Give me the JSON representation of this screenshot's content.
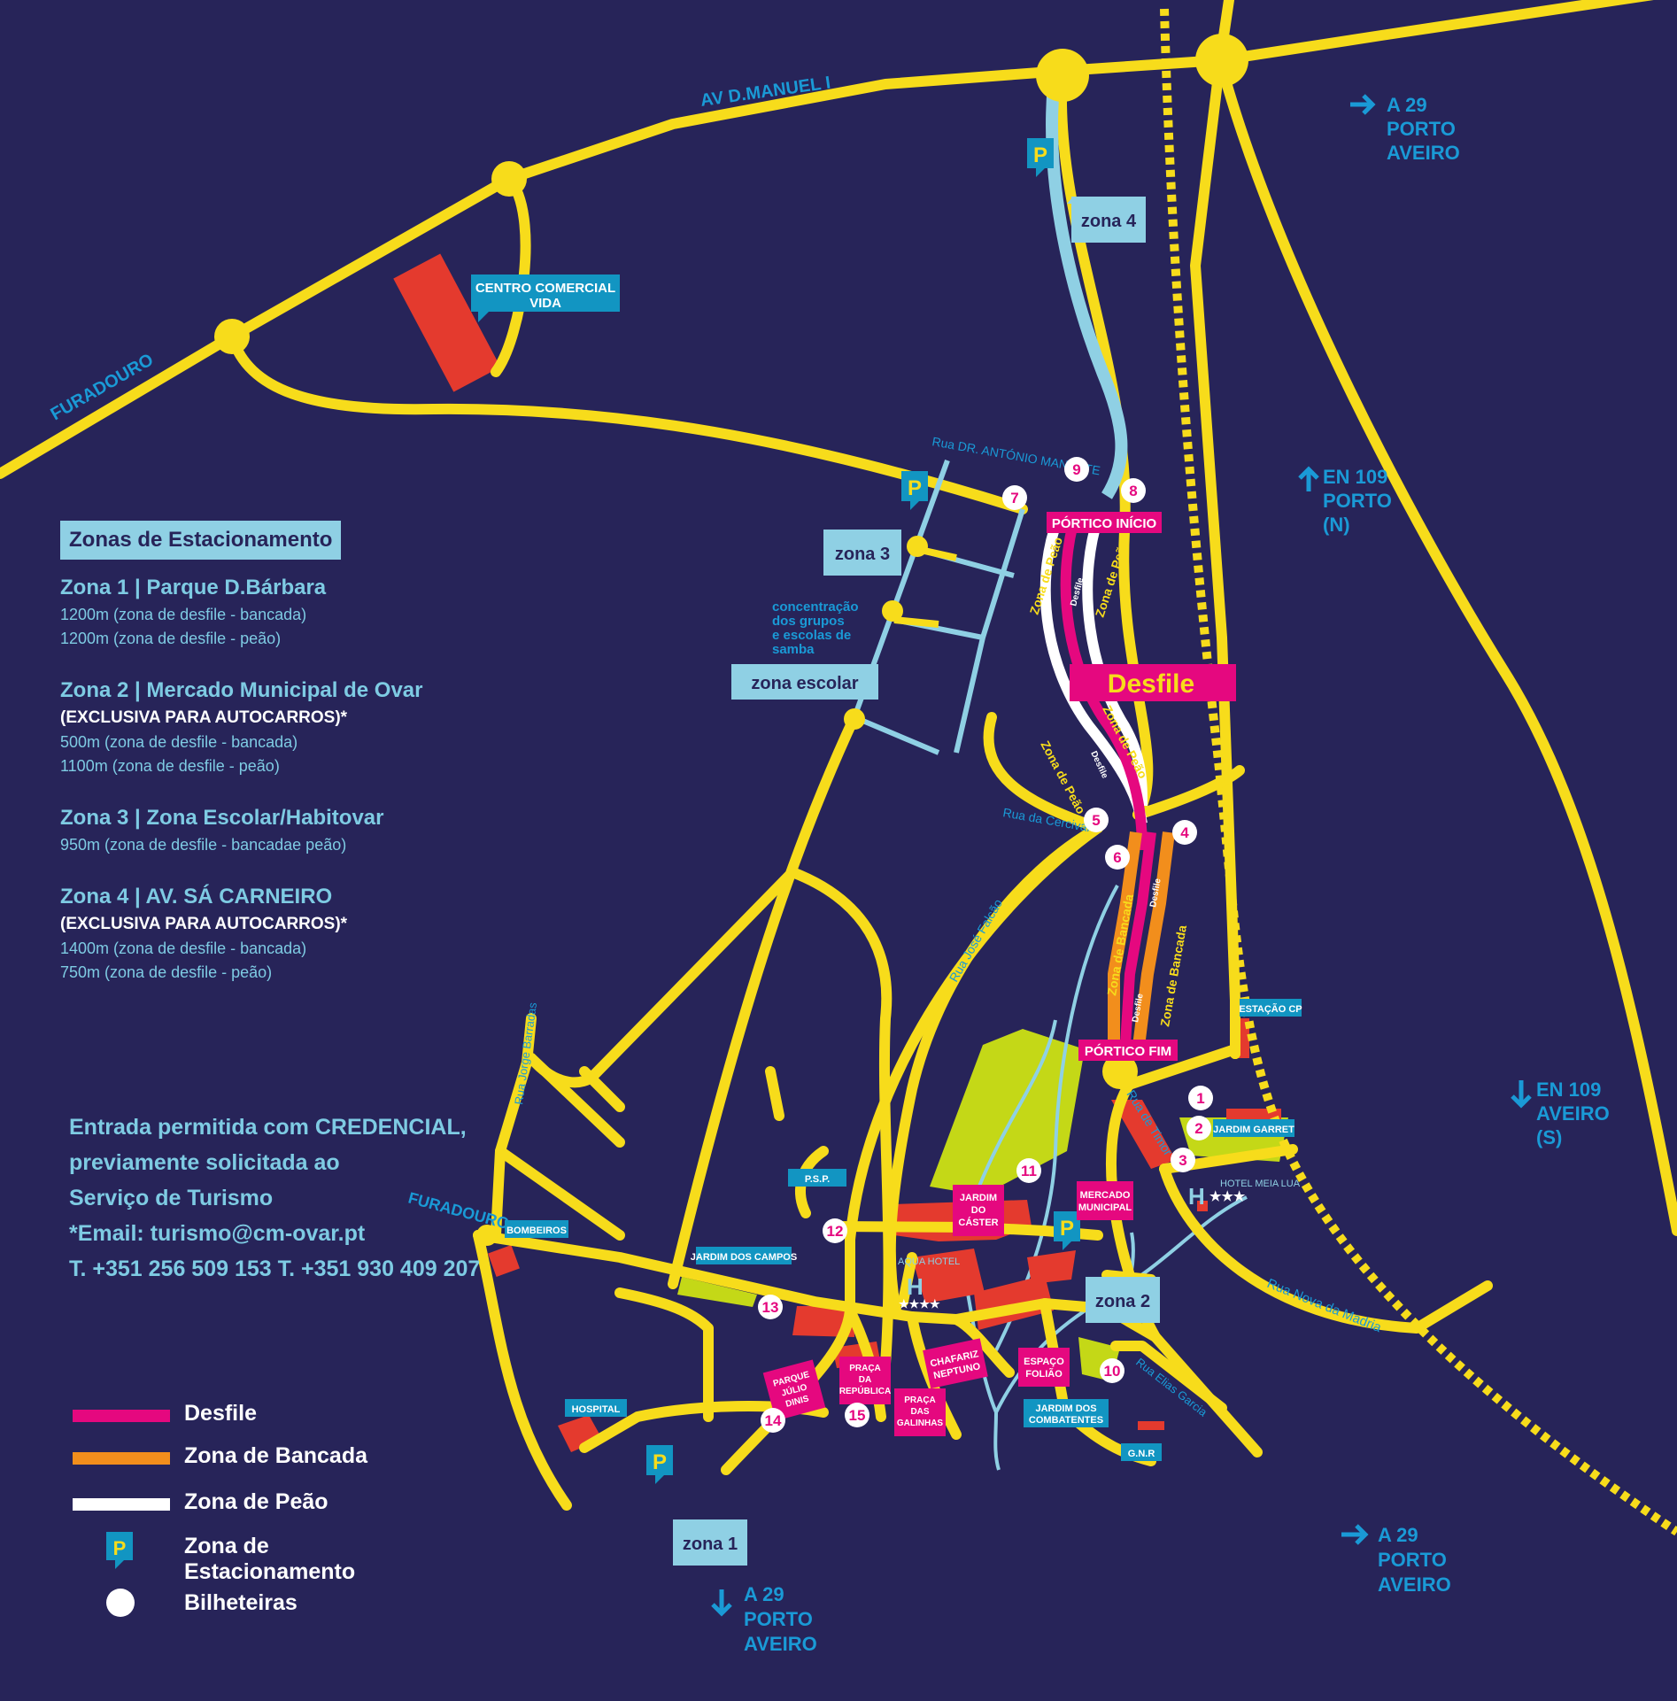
{
  "colors": {
    "background": "#272459",
    "road": "#f7dc1b",
    "desfile": "#e5087f",
    "bancada": "#f28e1c",
    "peao": "#ffffff",
    "zone_box": "#8fd0e4",
    "label_box": "#1295c2",
    "building": "#e43a2e",
    "park": "#c4d817",
    "river": "#8fd0e4",
    "text_blue": "#1a9ad6"
  },
  "roads": {
    "av_manuel": "AV D.MANUEL I",
    "furadouro_top": "FURADOURO",
    "furadouro_mid": "FURADOURO",
    "rua_manarte": "Rua  DR. ANTÓNIO MANARTE",
    "rua_cercivar": "Rua  da Cercivar",
    "rua_falcao": "Rua José Falcão",
    "rua_barradas": "Rua Jorge Barradas",
    "rua_timor": "Rua de Timor",
    "rua_madria": "Rua  Nova da Madria",
    "rua_garcia": "Rua Elias Garcia"
  },
  "directions": {
    "a29_ne": [
      "A 29",
      "PORTO",
      "AVEIRO"
    ],
    "en109_n": [
      "EN 109",
      "PORTO",
      "(N)"
    ],
    "en109_s": [
      "EN 109",
      "AVEIRO",
      "(S)"
    ],
    "a29_se": [
      "A 29",
      "PORTO",
      "AVEIRO"
    ],
    "a29_s": [
      "A 29",
      "PORTO",
      "AVEIRO"
    ]
  },
  "zones": {
    "zona1": "zona 1",
    "zona2": "zona 2",
    "zona3": "zona 3",
    "zona4": "zona 4",
    "zona_escolar": "zona escolar"
  },
  "parking_symbol": "P",
  "places": {
    "centro_comercial": [
      "CENTRO COMERCIAL",
      "VIDA"
    ],
    "concentracao": [
      "concentração",
      "dos grupos",
      "e escolas de",
      "samba"
    ],
    "portico_inicio": "PÓRTICO INÍCIO",
    "portico_fim": "PÓRTICO FIM",
    "desfile_big": "Desfile",
    "estacao": "ESTAÇÃO CP",
    "jardim_garret": "JARDIM GARRET",
    "hotel_meia_lua": "HOTEL MEIA LUA",
    "psp": "P.S.P.",
    "bombeiros": "BOMBEIROS",
    "jardim_campos": "JARDIM DOS CAMPOS",
    "aqua_hotel": "AQUA HOTEL",
    "hospital": "HOSPITAL",
    "jardim_combatentes": [
      "JARDIM DOS",
      "COMBATENTES"
    ],
    "gnr": "G.N.R",
    "jardim_caster": [
      "JARDIM",
      "DO",
      "CÁSTER"
    ],
    "mercado": [
      "MERCADO",
      "MUNICIPAL"
    ],
    "chafariz": [
      "CHAFARIZ",
      "NEPTUNO"
    ],
    "espaco_foliao": [
      "ESPAÇO",
      "FOLIÃO"
    ],
    "praca_republica": [
      "PRAÇA",
      "DA",
      "REPÚBLICA"
    ],
    "parque_julio": [
      "PARQUE",
      "JÚLIO",
      "DINIS"
    ],
    "praca_galinhas": [
      "PRAÇA",
      "DAS",
      "GALINHAS"
    ],
    "hotel_symbol": "H",
    "hotel_stars_3": "★★★",
    "hotel_stars_4": "★★★★"
  },
  "route_labels": {
    "zona_peao": "Zona de Peão",
    "zona_bancada": "Zona de Bancada",
    "desfile_small": "Desfile"
  },
  "ticket_offices": [
    "1",
    "2",
    "3",
    "4",
    "5",
    "6",
    "7",
    "8",
    "9",
    "10",
    "11",
    "12",
    "13",
    "14",
    "15"
  ],
  "panel": {
    "title": "Zonas de Estacionamento",
    "zones": [
      {
        "heading": "Zona 1 | Parque D.Bárbara",
        "exclusive": "",
        "lines": [
          "1200m (zona de desfile - bancada)",
          "1200m (zona de desfile - peão)"
        ]
      },
      {
        "heading": "Zona 2 | Mercado Municipal de Ovar",
        "exclusive": "(EXCLUSIVA PARA AUTOCARROS)*",
        "lines": [
          "500m (zona de desfile - bancada)",
          "1100m (zona de desfile - peão)"
        ]
      },
      {
        "heading": "Zona 3 | Zona Escolar/Habitovar",
        "exclusive": "",
        "lines": [
          "950m (zona de desfile - bancadae peão)"
        ]
      },
      {
        "heading": "Zona 4 | AV. SÁ CARNEIRO",
        "exclusive": "(EXCLUSIVA PARA AUTOCARROS)*",
        "lines": [
          "1400m (zona de desfile - bancada)",
          "750m (zona de desfile - peão)"
        ]
      }
    ],
    "credential": [
      "Entrada permitida com CREDENCIAL,",
      "previamente solicitada ao",
      "Serviço de Turismo",
      "*Email: turismo@cm-ovar.pt",
      "T. +351 256 509 153  T. +351 930 409 207"
    ]
  },
  "legend": [
    {
      "label": "Desfile",
      "color": "#e5087f"
    },
    {
      "label": "Zona de Bancada",
      "color": "#f28e1c"
    },
    {
      "label": "Zona de Peão",
      "color": "#ffffff"
    },
    {
      "label": "Zona de Estacionamento",
      "color": "#1295c2"
    },
    {
      "label": "Bilheteiras",
      "color": "#ffffff"
    }
  ]
}
